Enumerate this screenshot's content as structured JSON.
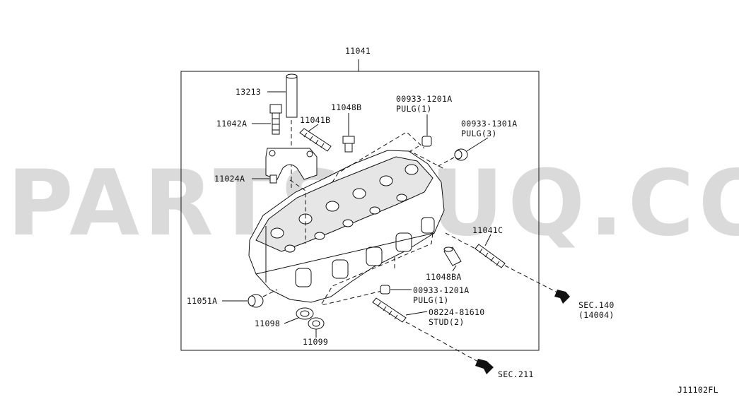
{
  "watermark": "PARTSOUQ.COM",
  "diagram_code": "J11102FL",
  "callouts": {
    "main_assy": "11041",
    "c13213": "13213",
    "c11042A": "11042A",
    "c11041B": "11041B",
    "c11048B": "11048B",
    "c11024A": "11024A",
    "plug_a_num": "00933-1201A",
    "plug_a_qty": "PULG(1)",
    "plug_b_num": "00933-1301A",
    "plug_b_qty": "PULG(3)",
    "c11041C": "11041C",
    "c11048BA": "11048BA",
    "plug_c_num": "00933-1201A",
    "plug_c_qty": "PULG(1)",
    "stud_num": "08224-81610",
    "stud_qty": "STUD(2)",
    "c11051A": "11051A",
    "c11098": "11098",
    "c11099": "11099",
    "sec140_a": "SEC.140",
    "sec140_b": "(14004)",
    "sec211": "SEC.211"
  }
}
